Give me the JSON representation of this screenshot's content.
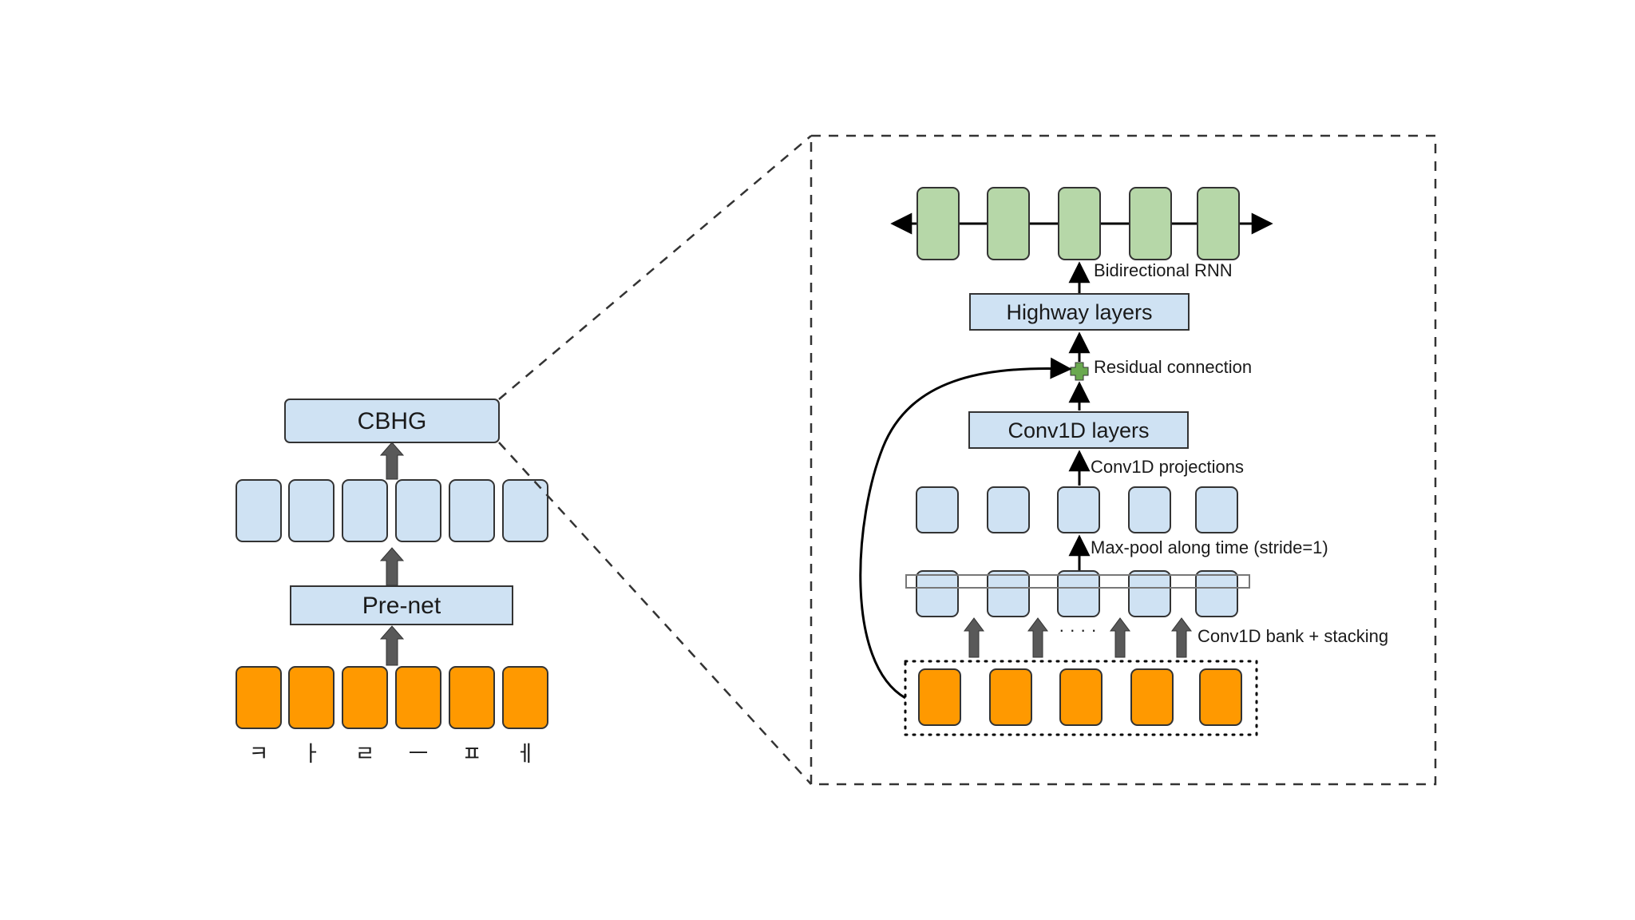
{
  "colors": {
    "blue_fill": "#cfe2f3",
    "green_fill": "#b6d7a8",
    "orange_fill": "#ff9900",
    "stroke": "#333333",
    "fat_arrow": "#595959",
    "residual_plus": "#6aa84f"
  },
  "encoder": {
    "cbhg_label": "CBHG",
    "prenet_label": "Pre-net",
    "input_jamo": [
      "ㅋ",
      "ㅏ",
      "ㄹ",
      "ㅡ",
      "ㅍ",
      "ㅔ"
    ],
    "hidden_cell_count": 6
  },
  "cbhg_detail": {
    "highway_label": "Highway layers",
    "conv_layers_label": "Conv1D layers",
    "annotations": {
      "bidirectional_rnn": "Bidirectional RNN",
      "residual": "Residual connection",
      "projections": "Conv1D projections",
      "maxpool": "Max-pool along time (stride=1)",
      "conv_bank": "Conv1D bank + stacking",
      "ellipsis": "· · · ·"
    },
    "rnn_cell_count": 5,
    "cell_count": 5
  }
}
